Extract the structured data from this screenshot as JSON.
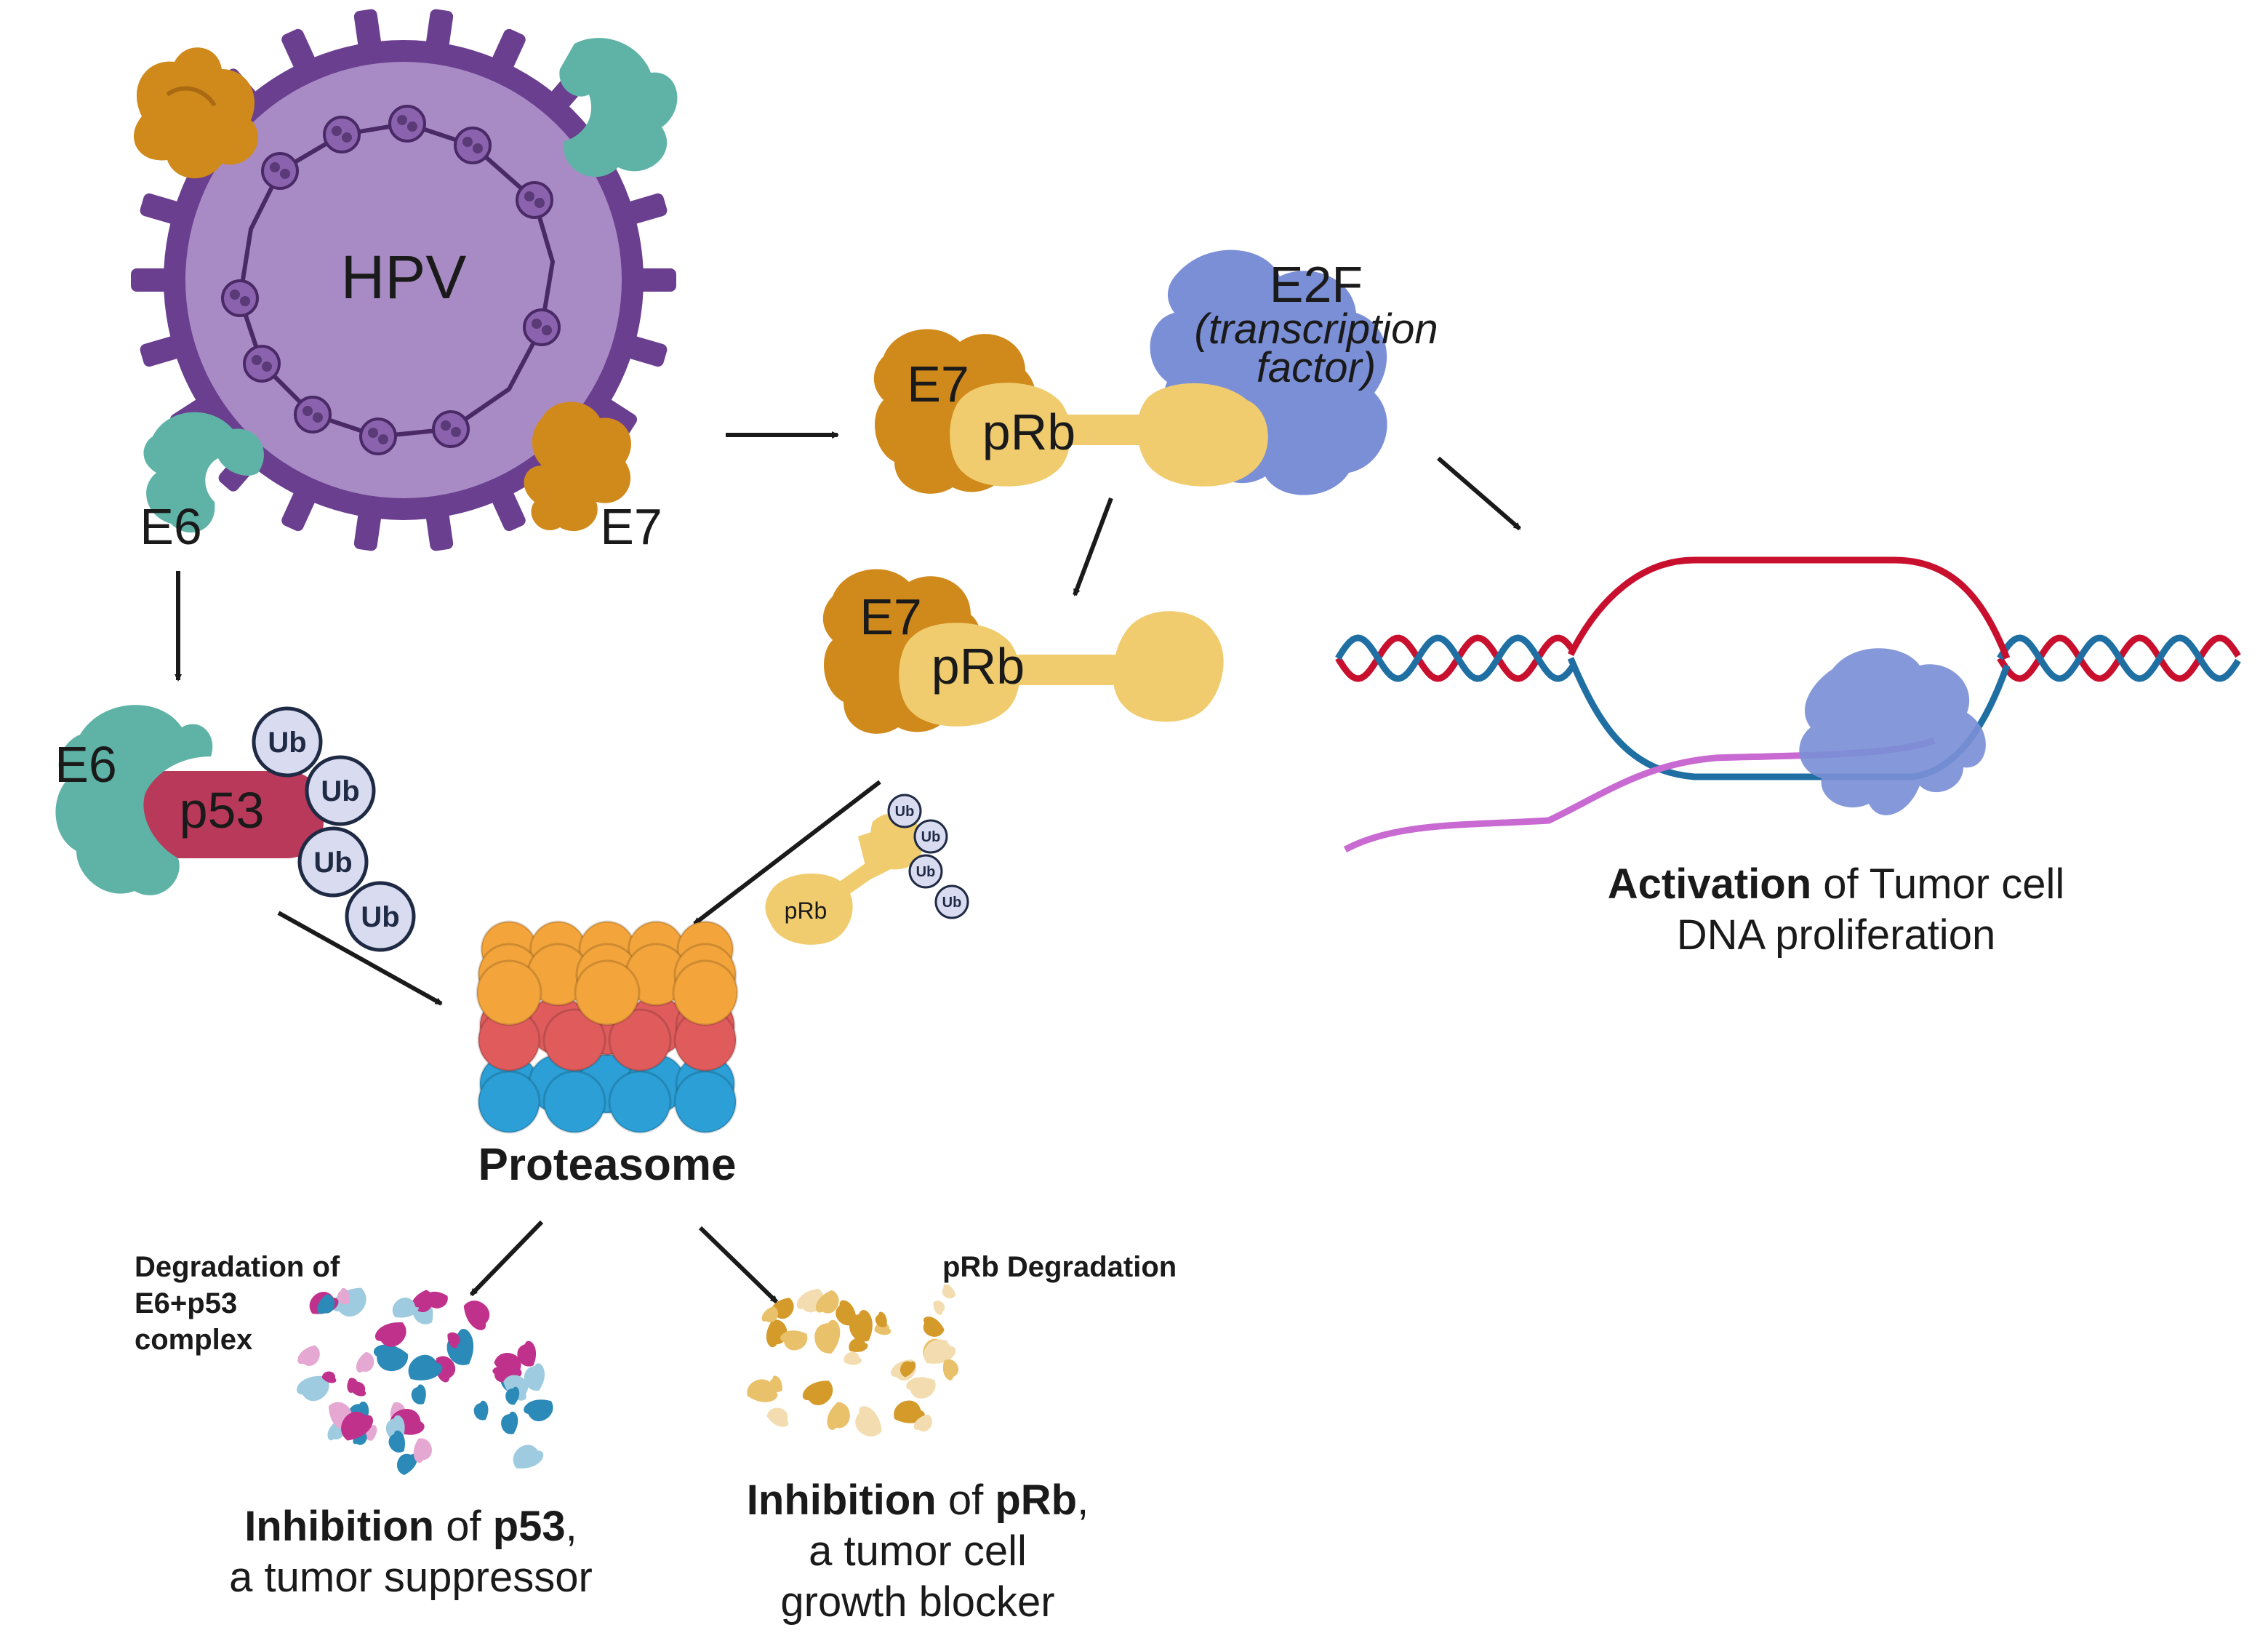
{
  "virus": {
    "label": "HPV",
    "e6": "E6",
    "e7": "E7"
  },
  "complex_top": {
    "e7": "E7",
    "prb": "pRb",
    "e2f": "E2F",
    "e2f_note_1": "(transcription",
    "e2f_note_2": "factor)"
  },
  "complex_mid": {
    "e7": "E7",
    "prb": "pRb"
  },
  "p53_complex": {
    "e6": "E6",
    "p53": "p53",
    "ub": "Ub"
  },
  "prb_free": {
    "prb": "pRb",
    "ub": "Ub"
  },
  "proteasome": {
    "label": "Proteasome"
  },
  "degradation_left": {
    "line1": "Degradation of",
    "line2": "E6+p53",
    "line3": "complex"
  },
  "degradation_right": {
    "label": "pRb Degradation"
  },
  "caption_left": {
    "bold1": "Inhibition",
    "mid": " of ",
    "bold2": "p53",
    "tail": ",",
    "line2": "a tumor suppressor"
  },
  "caption_mid": {
    "bold1": "Inhibition",
    "mid": " of ",
    "bold2": "pRb",
    "tail": ",",
    "line2": "a tumor cell",
    "line3": "growth blocker"
  },
  "caption_right": {
    "bold1": "Activation",
    "rest": " of Tumor cell",
    "line2": "DNA proliferation"
  },
  "colors": {
    "virus_fill": "#a88bc4",
    "virus_edge": "#6b3f8f",
    "e6_teal": "#5fb3a6",
    "e7_orange": "#d08a1c",
    "prb_yellow": "#f0cc6e",
    "e2f_blue": "#7b8fd6",
    "p53_red": "#b8395a",
    "ub_fill": "#d9dcf0",
    "proteasome_top": "#f3a43b",
    "proteasome_mid": "#e05c5c",
    "proteasome_bot": "#2b9fd6",
    "dna_red": "#c8102e",
    "dna_blue": "#1f6fa3",
    "rna_pink": "#c86ad1"
  }
}
